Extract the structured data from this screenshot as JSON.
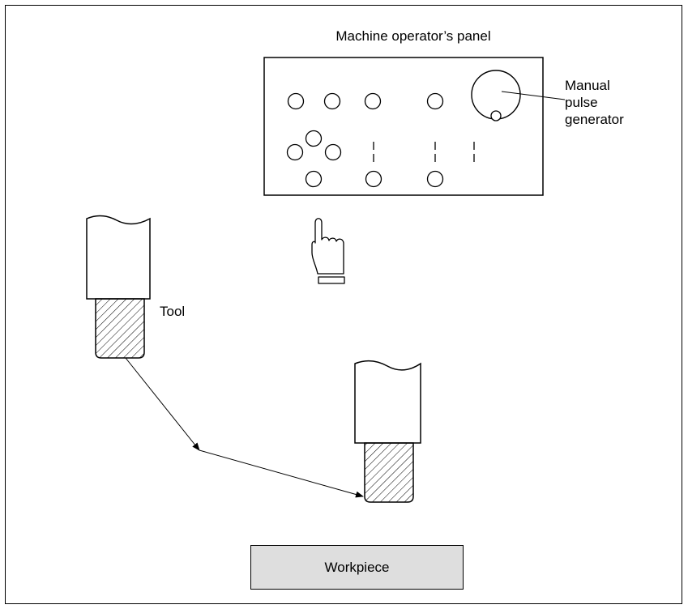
{
  "panel": {
    "title": "Machine operator’s panel",
    "manual_pulse_generator_label": "Manual pulse generator"
  },
  "tool": {
    "label": "Tool"
  },
  "workpiece": {
    "label": "Workpiece"
  },
  "colors": {
    "line": "#000000",
    "workpiece_fill": "#dedede",
    "background": "#ffffff"
  },
  "icons": [
    "pointing-hand-icon",
    "manual-pulse-generator-icon",
    "tool-icon"
  ]
}
